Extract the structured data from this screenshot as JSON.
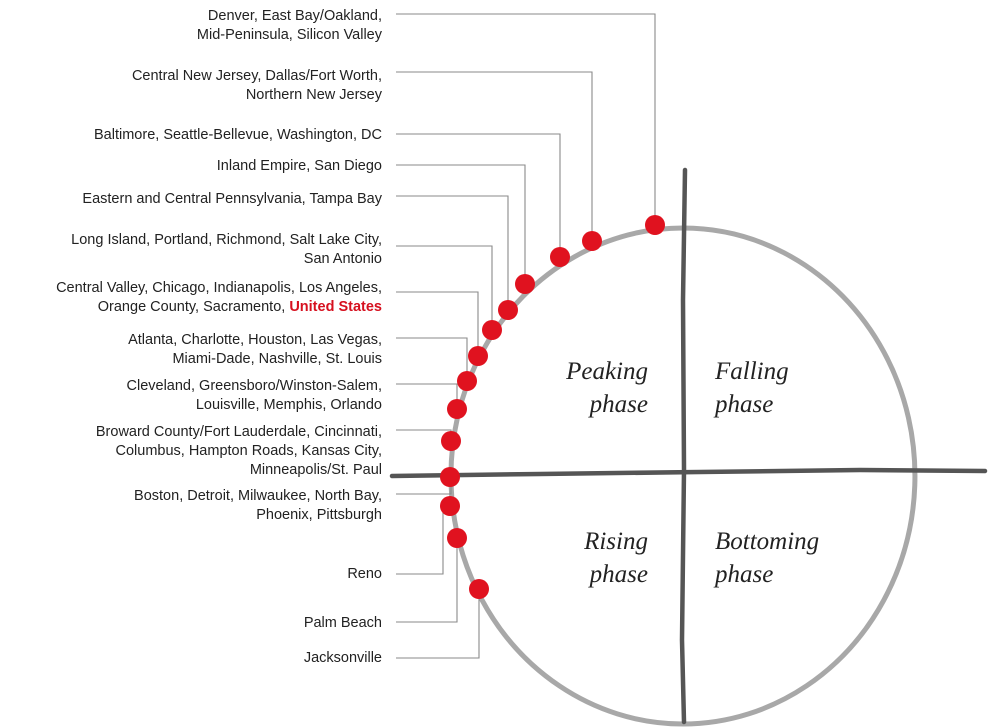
{
  "colors": {
    "marker": "#e0121f",
    "highlight": "#d6101f",
    "circle": "#a8a8a8",
    "axis": "#555555",
    "leader": "#8a8a8a",
    "text": "#222222"
  },
  "quadrants": {
    "peaking": {
      "line1": "Peaking",
      "line2": "phase"
    },
    "falling": {
      "line1": "Falling",
      "line2": "phase"
    },
    "rising": {
      "line1": "Rising",
      "line2": "phase"
    },
    "bottoming": {
      "line1": "Bottoming",
      "line2": "phase"
    }
  },
  "groups": [
    {
      "id": "g1",
      "lines": [
        "Denver, East Bay/Oakland,",
        "Mid-Peninsula, Silicon Valley"
      ]
    },
    {
      "id": "g2",
      "lines": [
        "Central New Jersey, Dallas/Fort Worth,",
        "Northern New Jersey"
      ]
    },
    {
      "id": "g3",
      "lines": [
        "Baltimore, Seattle-Bellevue, Washington, DC"
      ]
    },
    {
      "id": "g4",
      "lines": [
        "Inland Empire, San Diego"
      ]
    },
    {
      "id": "g5",
      "lines": [
        "Eastern and Central Pennsylvania, Tampa Bay"
      ]
    },
    {
      "id": "g6",
      "lines": [
        "Long Island, Portland, Richmond, Salt Lake City,",
        "San Antonio"
      ]
    },
    {
      "id": "g7",
      "lines": [
        "Central Valley, Chicago, Indianapolis, Los Angeles,",
        "Orange County, Sacramento,"
      ],
      "highlight": "United States"
    },
    {
      "id": "g8",
      "lines": [
        "Atlanta, Charlotte, Houston, Las Vegas,",
        "Miami-Dade, Nashville, St. Louis"
      ]
    },
    {
      "id": "g9",
      "lines": [
        "Cleveland, Greensboro/Winston-Salem,",
        "Louisville, Memphis, Orlando"
      ]
    },
    {
      "id": "g10",
      "lines": [
        "Broward County/Fort Lauderdale, Cincinnati,",
        "Columbus, Hampton Roads, Kansas City,",
        "Minneapolis/St. Paul"
      ]
    },
    {
      "id": "g11",
      "lines": [
        "Boston, Detroit, Milwaukee, North Bay,",
        "Phoenix, Pittsburgh"
      ]
    },
    {
      "id": "g12",
      "lines": [
        "Reno"
      ]
    },
    {
      "id": "g13",
      "lines": [
        "Palm Beach"
      ]
    },
    {
      "id": "g14",
      "lines": [
        "Jacksonville"
      ]
    }
  ]
}
